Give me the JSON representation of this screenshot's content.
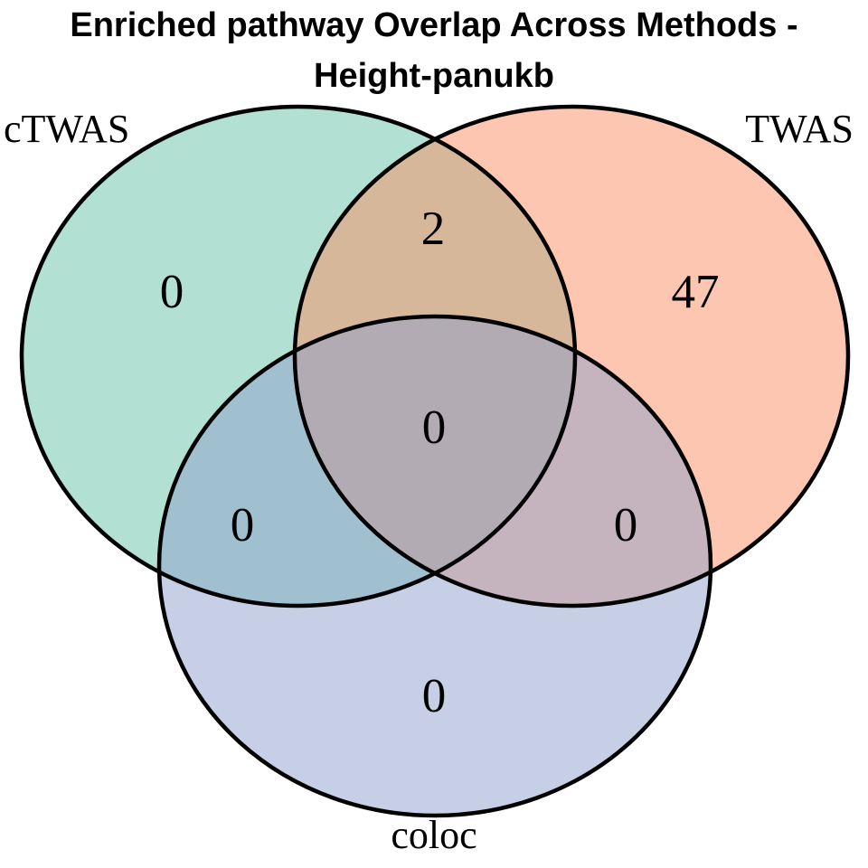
{
  "title": {
    "line1": "Enriched pathway Overlap Across Methods -",
    "line2": "Height-panukb"
  },
  "chart_data": {
    "type": "venn",
    "title": "Enriched pathway Overlap Across Methods - Height-panukb",
    "fill_opacity": 0.5,
    "background": "#ffffff",
    "outline_color": "#000000",
    "sets": [
      {
        "name": "cTWAS",
        "color": "#66c2a5"
      },
      {
        "name": "TWAS",
        "color": "#fc8d62"
      },
      {
        "name": "coloc",
        "color": "#8da0cb"
      }
    ],
    "regions": {
      "cTWAS_only": 0,
      "TWAS_only": 47,
      "coloc_only": 0,
      "cTWAS_TWAS": 2,
      "cTWAS_coloc": 0,
      "TWAS_coloc": 0,
      "cTWAS_TWAS_coloc": 0
    }
  }
}
